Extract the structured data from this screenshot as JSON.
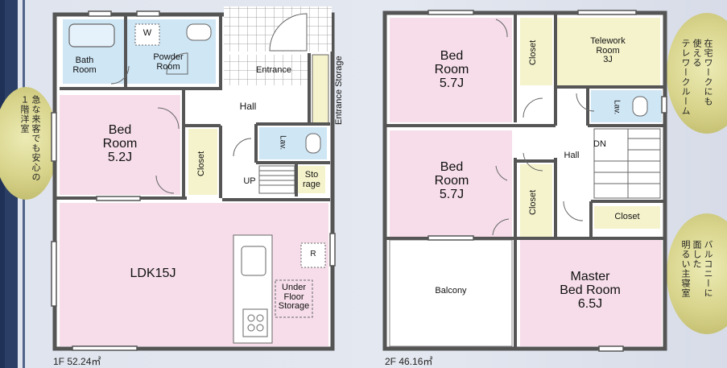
{
  "floor1": {
    "area_label": "1F 52.24㎡",
    "rooms": {
      "bath": "Bath\nRoom",
      "powder": "Powder\nRoom",
      "washer": "W",
      "entrance": "Entrance",
      "entrance_storage": "Entrance Storage",
      "hall": "Hall",
      "bedroom": "Bed\nRoom\n5.2J",
      "closet": "Closet",
      "lav": "Lav.",
      "up": "UP",
      "storage": "Sto\nrage",
      "ldk": "LDK15J",
      "refrigerator": "R",
      "underfloor": "Under\nFloor\nStorage"
    }
  },
  "floor2": {
    "area_label": "2F 46.16㎡",
    "rooms": {
      "bed_a": "Bed\nRoom\n5.7J",
      "closet_a": "Closet",
      "telework": "Telework\nRoom\n3J",
      "lav": "Lav.",
      "bed_b": "Bed\nRoom\n5.7J",
      "closet_b": "Closet",
      "hall": "Hall",
      "dn": "DN",
      "closet_c": "Closet",
      "balcony": "Balcony",
      "master": "Master\nBed Room\n6.5J"
    }
  },
  "callouts": {
    "left": [
      "急な来客でも安心の",
      "１階洋室"
    ],
    "right_top": [
      "在宅ワークにも",
      "使える",
      "テレワークルーム"
    ],
    "right_bottom": [
      "バルコニーに",
      "面した",
      "明るい主寝室"
    ]
  },
  "colors": {
    "pink": "#f6dde9",
    "blue": "#cfe6f5",
    "yellow": "#f5f3cc",
    "wall": "#555555",
    "gray": "#e9e9e9"
  }
}
